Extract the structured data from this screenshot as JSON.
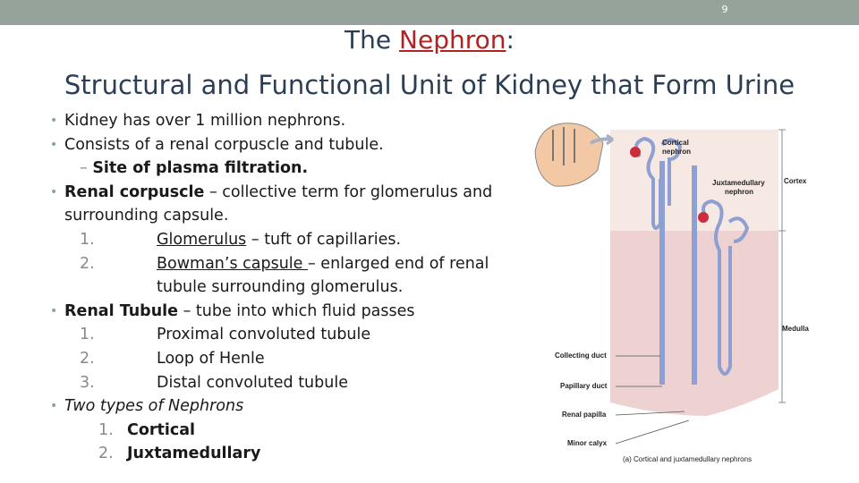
{
  "slide": {
    "number": "9"
  },
  "title": {
    "prefix": "The ",
    "highlight": "Nephron",
    "suffix": ":",
    "line2": "Structural and Functional Unit of Kidney that Form Urine"
  },
  "bullets": {
    "b1": "Kidney has over 1 million nephrons.",
    "b2": "Consists of a renal corpuscle and tubule.",
    "b2_sub": "Site of plasma filtration.",
    "b3_bold": "Renal corpuscle",
    "b3_rest": " – collective term for glomerulus and",
    "b3_cont": "surrounding capsule.",
    "b3_items": [
      {
        "num": "1.",
        "term": "Glomerulus",
        "rest": " – tuft of capillaries."
      },
      {
        "num": "2.",
        "term": "Bowman’s capsule ",
        "rest": "– enlarged end of renal",
        "cont": "tubule surrounding glomerulus."
      }
    ],
    "b4_bold": "Renal Tubule",
    "b4_rest": " – tube into which fluid passes",
    "b4_items": [
      {
        "num": "1.",
        "text": "Proximal convoluted tubule"
      },
      {
        "num": "2.",
        "text": "Loop of Henle"
      },
      {
        "num": "3.",
        "text": "Distal convoluted tubule"
      }
    ],
    "b5": "Two types of Nephrons",
    "b5_items": [
      {
        "num": "1.",
        "text": "Cortical"
      },
      {
        "num": "2.",
        "text": "Juxtamedullary"
      }
    ]
  },
  "figure": {
    "labels": {
      "cortical_nephron_1": "Cortical",
      "cortical_nephron_2": "nephron",
      "juxta_1": "Juxtamedullary",
      "juxta_2": "nephron",
      "cortex": "Cortex",
      "medulla": "Medulla",
      "collecting_duct": "Collecting duct",
      "papillary_duct": "Papillary duct",
      "renal_papilla": "Renal papilla",
      "minor_calyx": "Minor calyx",
      "caption": "(a) Cortical and juxtamedullary nephrons"
    },
    "colors": {
      "cortex": "#f6e9e4",
      "medulla": "#eed2d2",
      "tubule": "#8e9fd2",
      "glomerulus": "#cc2d3a"
    }
  }
}
